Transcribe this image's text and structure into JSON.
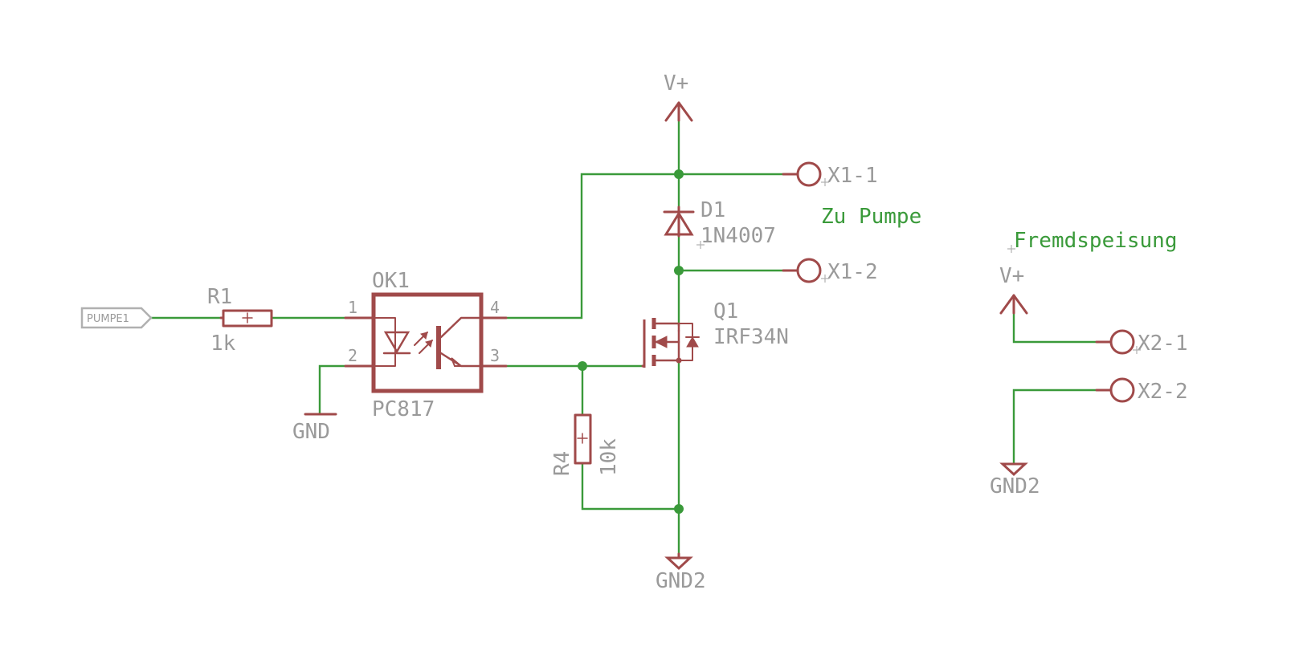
{
  "input_port": "PUMPE1",
  "parts": {
    "R1": {
      "name": "R1",
      "value": "1k"
    },
    "OK1": {
      "name": "OK1",
      "value": "PC817",
      "pins": [
        "1",
        "2",
        "3",
        "4"
      ]
    },
    "R4": {
      "name": "R4",
      "value": "10k"
    },
    "D1": {
      "name": "D1",
      "value": "1N4007"
    },
    "Q1": {
      "name": "Q1",
      "value": "IRF34N"
    }
  },
  "supplies": {
    "vplus_main": "V+",
    "vplus_ext": "V+",
    "gnd": "GND",
    "gnd2_main": "GND2",
    "gnd2_ext": "GND2"
  },
  "connectors": {
    "x1_1": "X1-1",
    "x1_2": "X1-2",
    "x2_1": "X2-1",
    "x2_2": "X2-2"
  },
  "notes": {
    "pump": "Zu Pumpe",
    "external": "Fremdspeisung"
  },
  "colors": {
    "wire": "#3a9a3a",
    "symbol": "#a04a4a",
    "label": "#9a9a9a"
  }
}
